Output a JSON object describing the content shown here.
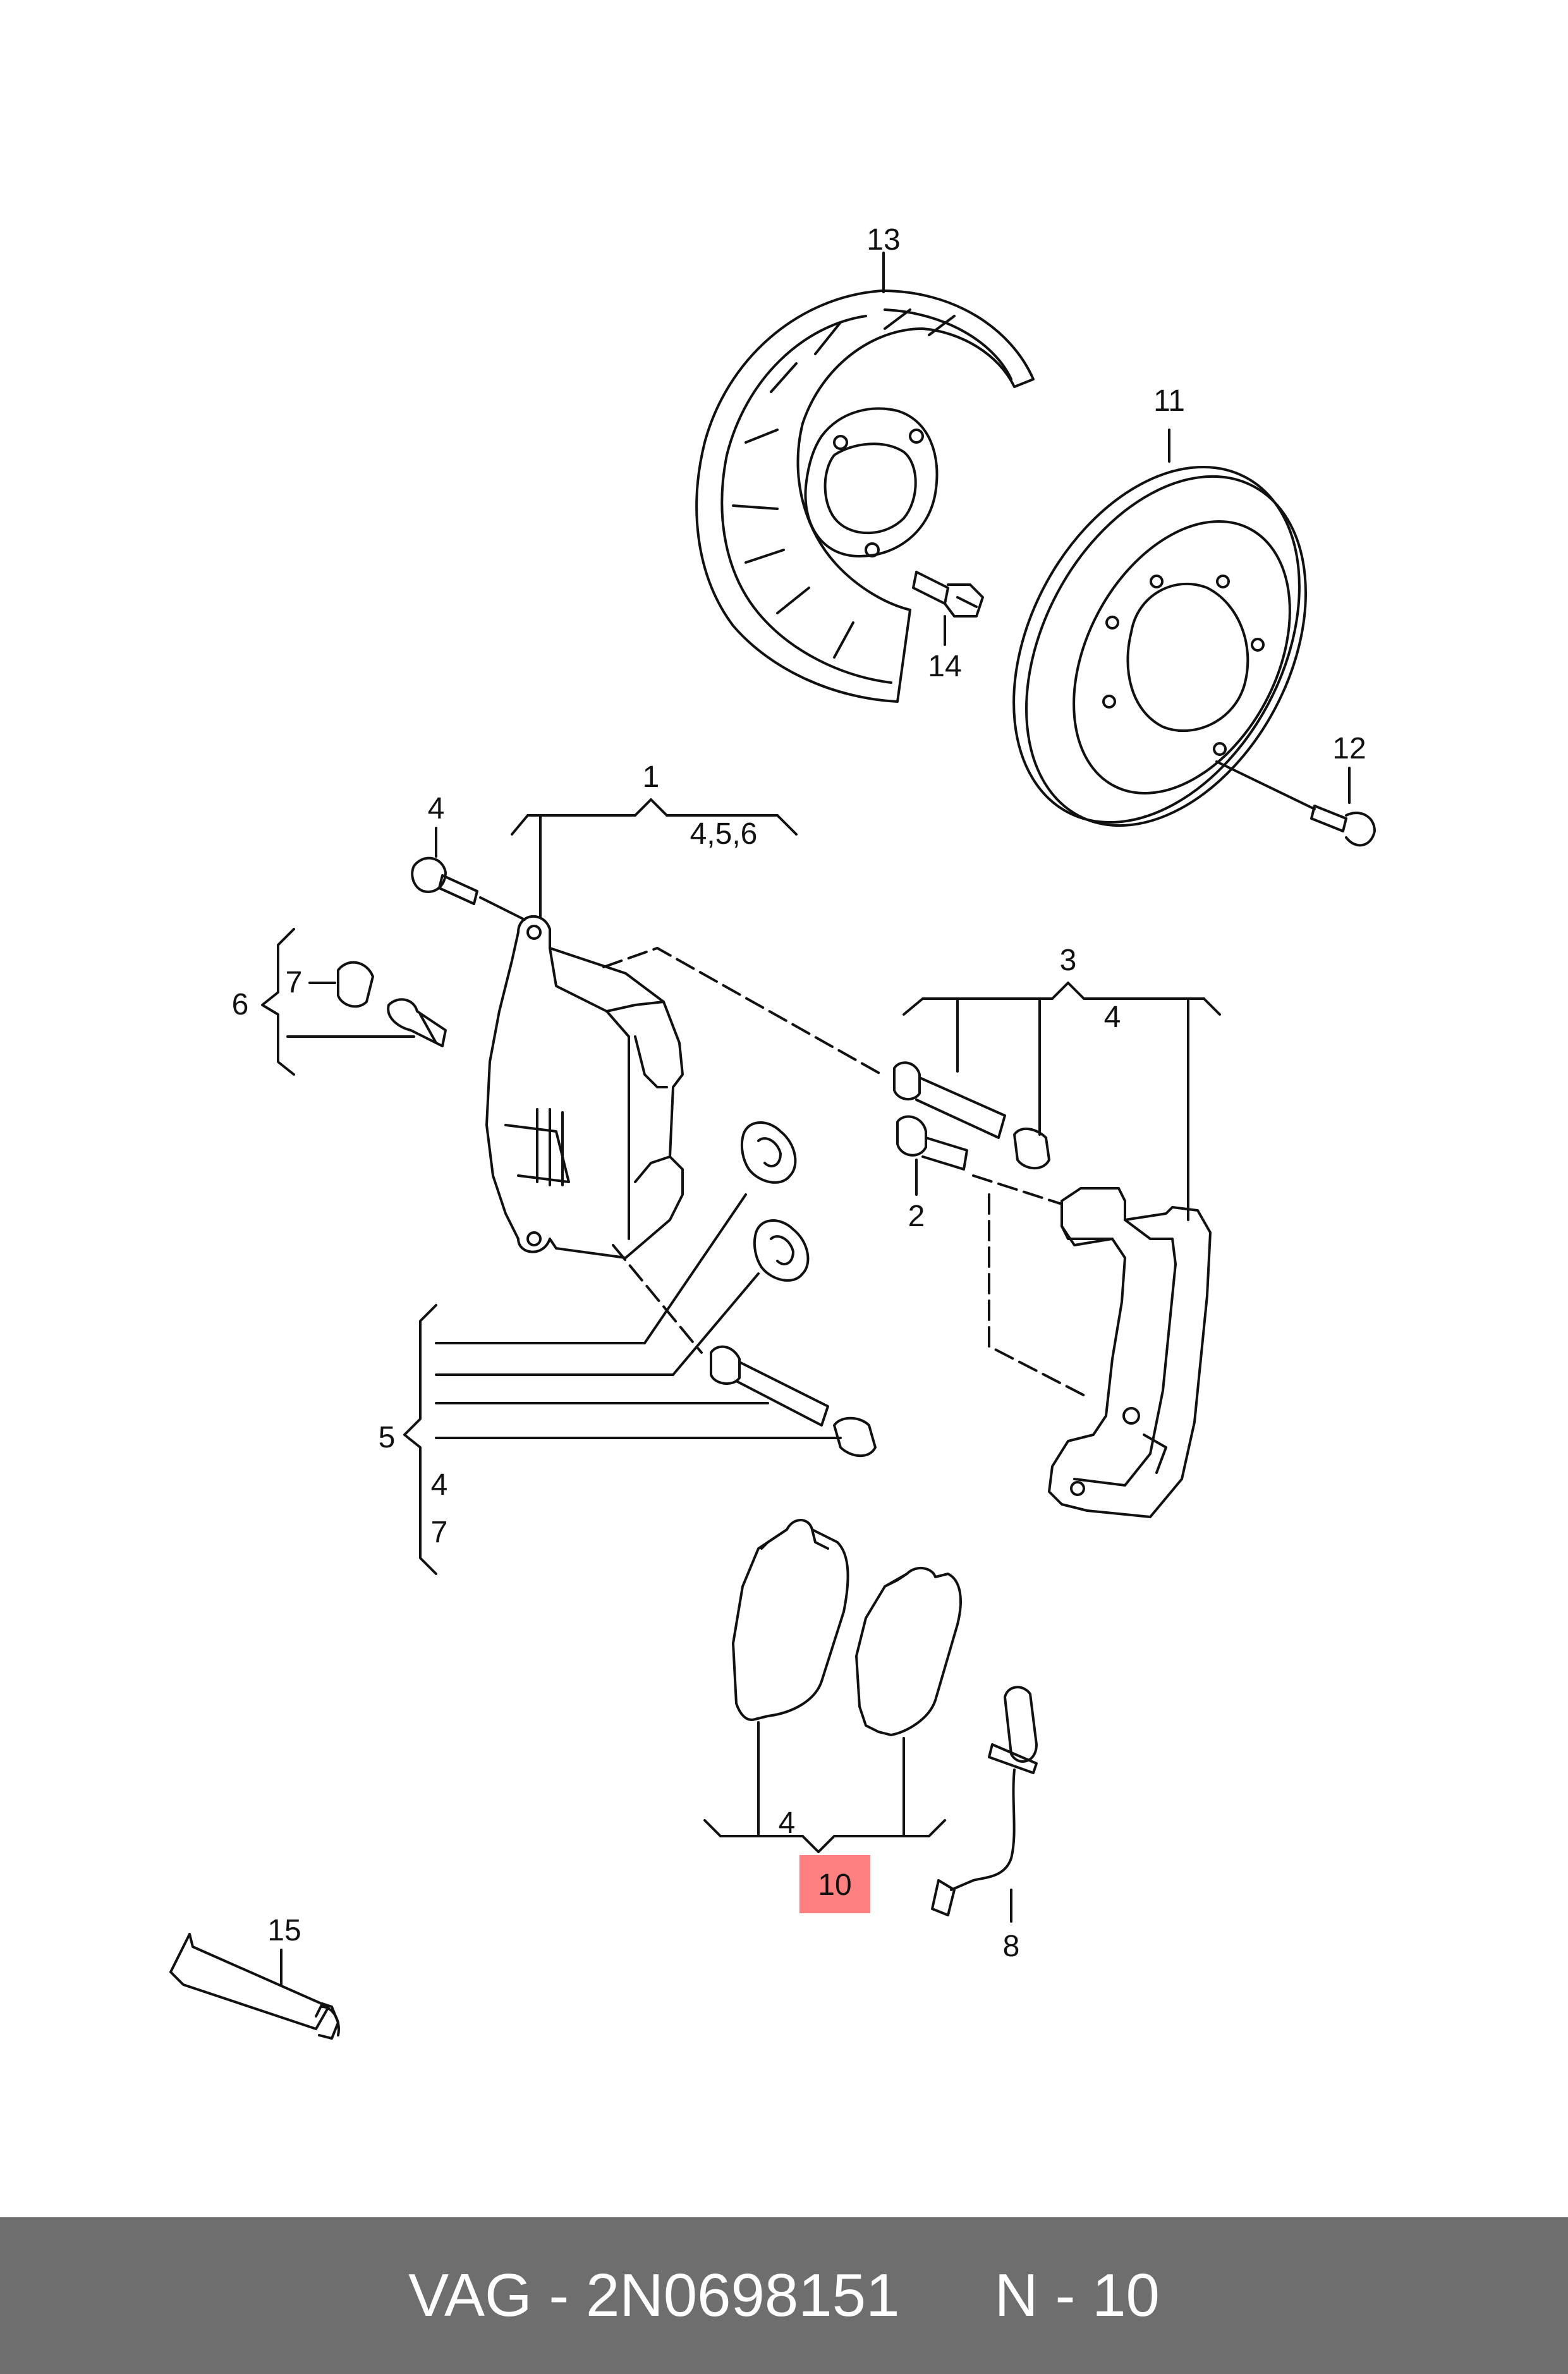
{
  "callouts": {
    "c1": "1",
    "c1_sub": "4,5,6",
    "c2": "2",
    "c3": "3",
    "c3_sub": "4",
    "c4_bolt": "4",
    "c5": "5",
    "c5_sub_a": "4",
    "c5_sub_b": "7",
    "c6": "6",
    "c7": "7",
    "c8": "8",
    "c10_sub": "4",
    "c10": "10",
    "c11": "11",
    "c12": "12",
    "c13": "13",
    "c14": "14",
    "c15": "15"
  },
  "highlight": {
    "part": "10",
    "color": "#ff8080"
  },
  "footer": {
    "part_number": "VAG - 2N0698151",
    "position": "N - 10"
  },
  "colors": {
    "footer_bg": "#6e6e6e",
    "footer_text": "#ffffff",
    "line": "#111111"
  }
}
